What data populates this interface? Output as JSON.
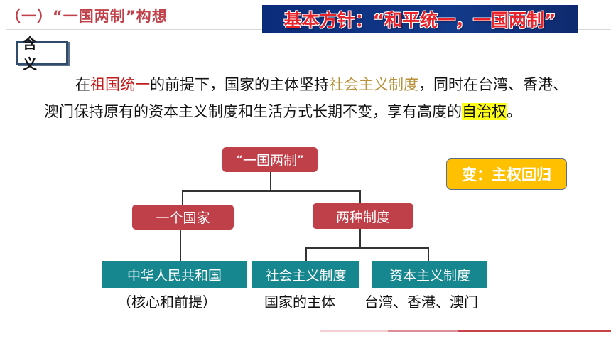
{
  "header": {
    "section_title": "（一）“一国两制”构想",
    "banner": "基本方针：“和平统一，一国两制”"
  },
  "badge": {
    "label": "含 义"
  },
  "paragraph": {
    "line1": [
      {
        "text": "在",
        "style": "normal"
      },
      {
        "text": "祖国统一",
        "style": "red"
      },
      {
        "text": "的前提下，国家的主体坚持",
        "style": "normal"
      },
      {
        "text": "社会主义制度",
        "style": "gold"
      },
      {
        "text": "，同时在台湾、香港、",
        "style": "normal"
      }
    ],
    "line2": [
      {
        "text": "澳门保持原有的资本主义制度和生活方式长期不变，享有高度的",
        "style": "normal"
      },
      {
        "text": "自治权",
        "style": "yellow"
      },
      {
        "text": "。",
        "style": "normal"
      }
    ]
  },
  "diagram": {
    "root": "“一国两制”",
    "change_note": "变：主权回归",
    "level1": [
      "一个国家",
      "两种制度"
    ],
    "level2": [
      "中华人民共和国",
      "社会主义制度",
      "资本主义制度"
    ],
    "captions": [
      "（核心和前提）",
      "国家的主体",
      "台湾、香港、澳门"
    ]
  },
  "colors": {
    "title_red": "#c0414a",
    "banner_blue": "#0b2c7a",
    "node_red": "#c0404a",
    "node_teal": "#16878f",
    "note_gold": "#ffc000",
    "highlight_red": "#c01d1d",
    "highlight_gold": "#b8913a",
    "highlight_yellow": "#ffff1a"
  }
}
